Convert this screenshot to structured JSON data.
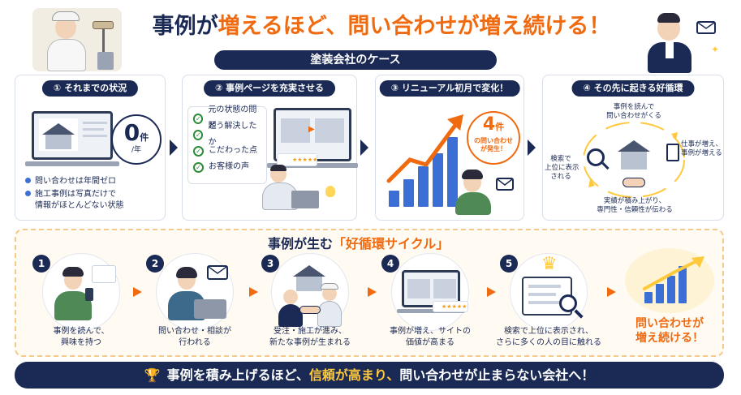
{
  "header": {
    "title_part1": "事例が",
    "title_part2": "増えるほど、問い合わせが増え続ける",
    "title_exclaim": "！",
    "subtitle": "塗装会社のケース"
  },
  "steps": [
    {
      "label": "① それまでの状況",
      "bullets": [
        "問い合わせは年間ゼロ",
        "施工事例は写真だけで",
        "情報がほとんどない状態"
      ],
      "count_value": "0",
      "count_unit": "件",
      "count_period": "/年"
    },
    {
      "label": "② 事例ページを充実させる",
      "checks": [
        "元の状態の問題",
        "どう解決したか",
        "こだわった点",
        "お客様の声"
      ],
      "rating": "★★★★★"
    },
    {
      "label": "③ リニューアル初月で変化！",
      "count_value": "4",
      "count_unit": "件",
      "count_caption1": "の問い合わせ",
      "count_caption2": "が発生！"
    },
    {
      "label": "④ その先に起きる好循環",
      "cycle": {
        "top": [
          "事例を読んで",
          "問い合わせがくる"
        ],
        "right": [
          "仕事が増え、",
          "事例が増える"
        ],
        "bottom": [
          "実績が積み上がり、",
          "専門性・信頼性が伝わる"
        ],
        "left": [
          "検索で",
          "上位に表示",
          "される"
        ]
      }
    }
  ],
  "cycle_section": {
    "title_part1": "事例が生む",
    "title_part2": "「好循環サイクル」",
    "steps": [
      {
        "num": "1",
        "lines": [
          "事例を読んで、",
          "興味を持つ"
        ]
      },
      {
        "num": "2",
        "lines": [
          "問い合わせ・相談が",
          "行われる"
        ]
      },
      {
        "num": "3",
        "lines": [
          "受注・施工が進み、",
          "新たな事例が生まれる"
        ]
      },
      {
        "num": "4",
        "lines": [
          "事例が増え、サイトの",
          "価値が高まる"
        ]
      },
      {
        "num": "5",
        "lines": [
          "検索で上位に表示され、",
          "さらに多くの人の目に触れる"
        ]
      }
    ],
    "final_lines": [
      "問い合わせが",
      "増え続ける！"
    ],
    "rating": "★★★★★"
  },
  "footer": {
    "text_part1": "事例を積み上げるほど、",
    "text_part2": "信頼が高まり、",
    "text_part3": "問い合わせが止まらない会社へ！"
  },
  "colors": {
    "navy": "#1b2a55",
    "orange": "#f06a10",
    "blue": "#3b6fd6",
    "gold": "#ffc93c",
    "green": "#2e8b3a"
  },
  "icons": [
    "trophy-icon",
    "mail-icon",
    "check-icon",
    "magnifier-icon",
    "crown-icon",
    "arrow-up-icon",
    "house-icon",
    "handshake-icon",
    "document-icon",
    "laptop-icon",
    "smartphone-icon",
    "lightbulb-icon",
    "paint-roller-icon"
  ]
}
